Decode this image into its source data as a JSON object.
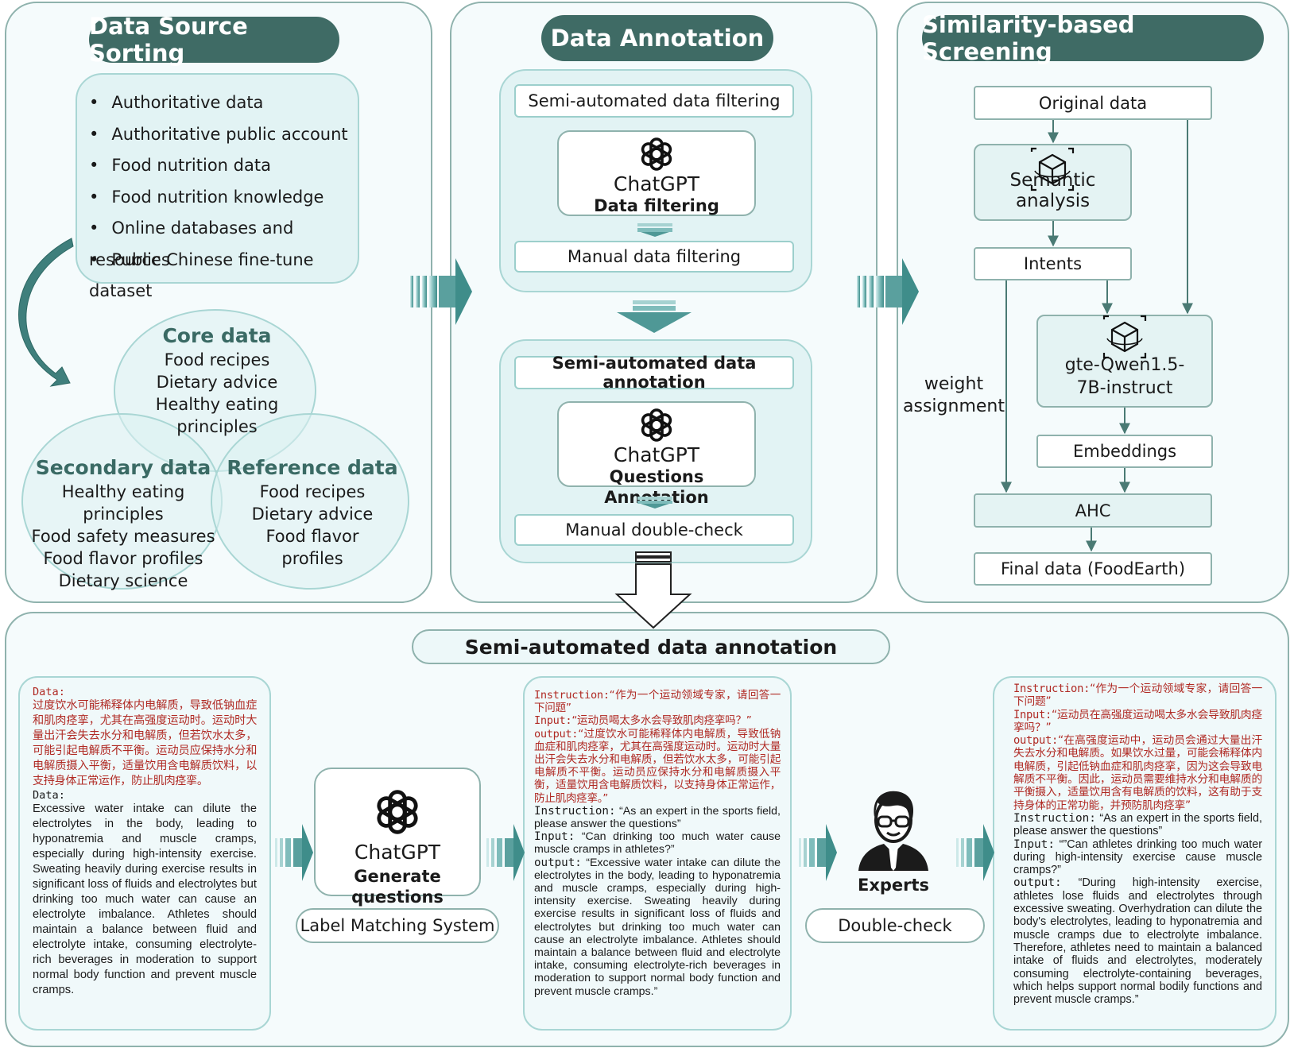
{
  "sections": {
    "source": {
      "title": "Data Source Sorting",
      "items": [
        "Authoritative data",
        "Authoritative public account",
        "Food nutrition data",
        "Food nutrition knowledge",
        "Online databases and resources",
        "Public Chinese fine-tune dataset"
      ],
      "core": {
        "title": "Core data",
        "items": [
          "Food recipes",
          "Dietary advice",
          "Healthy eating",
          "principles"
        ]
      },
      "secondary": {
        "title": "Secondary data",
        "items": [
          "Healthy eating principles",
          "Food safety measures",
          "Food flavor profiles",
          "Dietary science"
        ]
      },
      "reference": {
        "title": "Reference data",
        "items": [
          "Food recipes",
          "Dietary advice",
          "Food flavor",
          "profiles"
        ]
      }
    },
    "annotation": {
      "title": "Data Annotation",
      "filter_top": "Semi-automated data filtering",
      "gpt1_name": "ChatGPT",
      "gpt1_task": "Data filtering",
      "filter_bottom": "Manual data filtering",
      "annot_top": "Semi-automated data annotation",
      "gpt2_name": "ChatGPT",
      "gpt2_task": "Questions Annotation",
      "annot_bottom": "Manual double-check"
    },
    "screening": {
      "title": "Similarity-based Screening",
      "original": "Original data",
      "semantic": "Semantic analysis",
      "intents": "Intents",
      "model_line1": "gte-Qwen1.5-",
      "model_line2": "7B-instruct",
      "weight_line1": "weight",
      "weight_line2": "assignment",
      "embeddings": "Embeddings",
      "ahc": "AHC",
      "final": "Final data (FoodEarth)"
    },
    "bottom": {
      "title": "Semi-automated data annotation",
      "gpt_name": "ChatGPT",
      "gpt_task": "Generate questions",
      "label_system": "Label Matching System",
      "experts": "Experts",
      "double_check": "Double-check",
      "p1_data_label_cn": "Data:",
      "p1_data_cn": "过度饮水可能稀释体内电解质，导致低钠血症和肌肉痉挛，尤其在高强度运动时。运动时大量出汗会失去水分和电解质，但若饮水太多，可能引起电解质不平衡。运动员应保持水分和电解质摄入平衡，适量饮用含电解质饮料，以支持身体正常运作，防止肌肉痉挛。",
      "p1_data_label_en": "Data:",
      "p1_data_en": "Excessive water intake can dilute the electrolytes in the body, leading to hyponatremia and muscle cramps, especially during high-intensity exercise. Sweating heavily during exercise results in significant loss of fluids and electrolytes but drinking too much water can cause an electrolyte imbalance. Athletes should maintain a balance between fluid and electrolyte intake, consuming electrolyte-rich beverages in moderation to support normal body function and prevent muscle cramps.",
      "p2_instr_cn_label": "Instruction:",
      "p2_instr_cn": "“作为一个运动领域专家，请回答一下问题”",
      "p2_input_cn_label": "Input:",
      "p2_input_cn": "“运动员喝太多水会导致肌肉痉挛吗？”",
      "p2_output_cn_label": "output:",
      "p2_output_cn": "“过度饮水可能稀释体内电解质，导致低钠血症和肌肉痉挛，尤其在高强度运动时。运动时大量出汗会失去水分和电解质，但若饮水太多，可能引起电解质不平衡。运动员应保持水分和电解质摄入平衡，适量饮用含电解质饮料，以支持身体正常运作，防止肌肉痉挛。”",
      "p2_instr_en_label": "Instruction:",
      "p2_instr_en": "“As an expert in the sports field, please answer the questions”",
      "p2_input_en_label": "Input:",
      "p2_input_en": "“Can drinking too much water cause muscle cramps in athletes?”",
      "p2_output_en_label": "output:",
      "p2_output_en": "“Excessive water intake can dilute the electrolytes in the body, leading to hyponatremia and muscle cramps, especially during high-intensity exercise. Sweating heavily during exercise results in significant loss of fluids and electrolytes but drinking too much water can cause an electrolyte imbalance. Athletes should maintain a balance between fluid and electrolyte intake, consuming electrolyte-rich beverages in moderation to support normal body function and prevent muscle cramps.”",
      "p3_instr_cn_label": "Instruction:",
      "p3_instr_cn": "“作为一个运动领域专家，请回答一下问题”",
      "p3_input_cn_label": "Input:",
      "p3_input_cn": "“运动员在高强度运动喝太多水会导致肌肉痉挛吗？”",
      "p3_output_cn_label": "output:",
      "p3_output_cn": "“在高强度运动中，运动员会通过大量出汗失去水分和电解质。如果饮水过量，可能会稀释体内电解质，引起低钠血症和肌肉痉挛，因为这会导致电解质不平衡。因此，运动员需要维持水分和电解质的平衡摄入，适量饮用含有电解质的饮料，这有助于支持身体的正常功能，并预防肌肉痉挛”",
      "p3_instr_en_label": "Instruction:",
      "p3_instr_en": "“As an expert in the sports field, please answer the questions”",
      "p3_input_en_label": "Input:",
      "p3_input_en": "“”Can athletes drinking too much water during high-intensity exercise cause muscle cramps?”",
      "p3_output_en_label": "output:",
      "p3_output_en": "“During high-intensity exercise, athletes lose fluids and electrolytes through excessive sweating. Overhydration can dilute the body's electrolytes, leading to hyponatremia and muscle cramps due to electrolyte imbalance. Therefore, athletes need to maintain a balanced intake of fluids and electrolytes, moderately consuming electrolyte-containing beverages, which helps support normal bodily functions and prevent muscle cramps.”"
    }
  },
  "colors": {
    "pill": "#3f6b65",
    "accent_red": "#b02a24",
    "arrow_teal": "#3f8d8a",
    "panel_border": "#8fb2ad"
  },
  "icons": [
    "chatgpt-logo-icon",
    "3d-box-scan-icon",
    "expert-person-icon"
  ]
}
